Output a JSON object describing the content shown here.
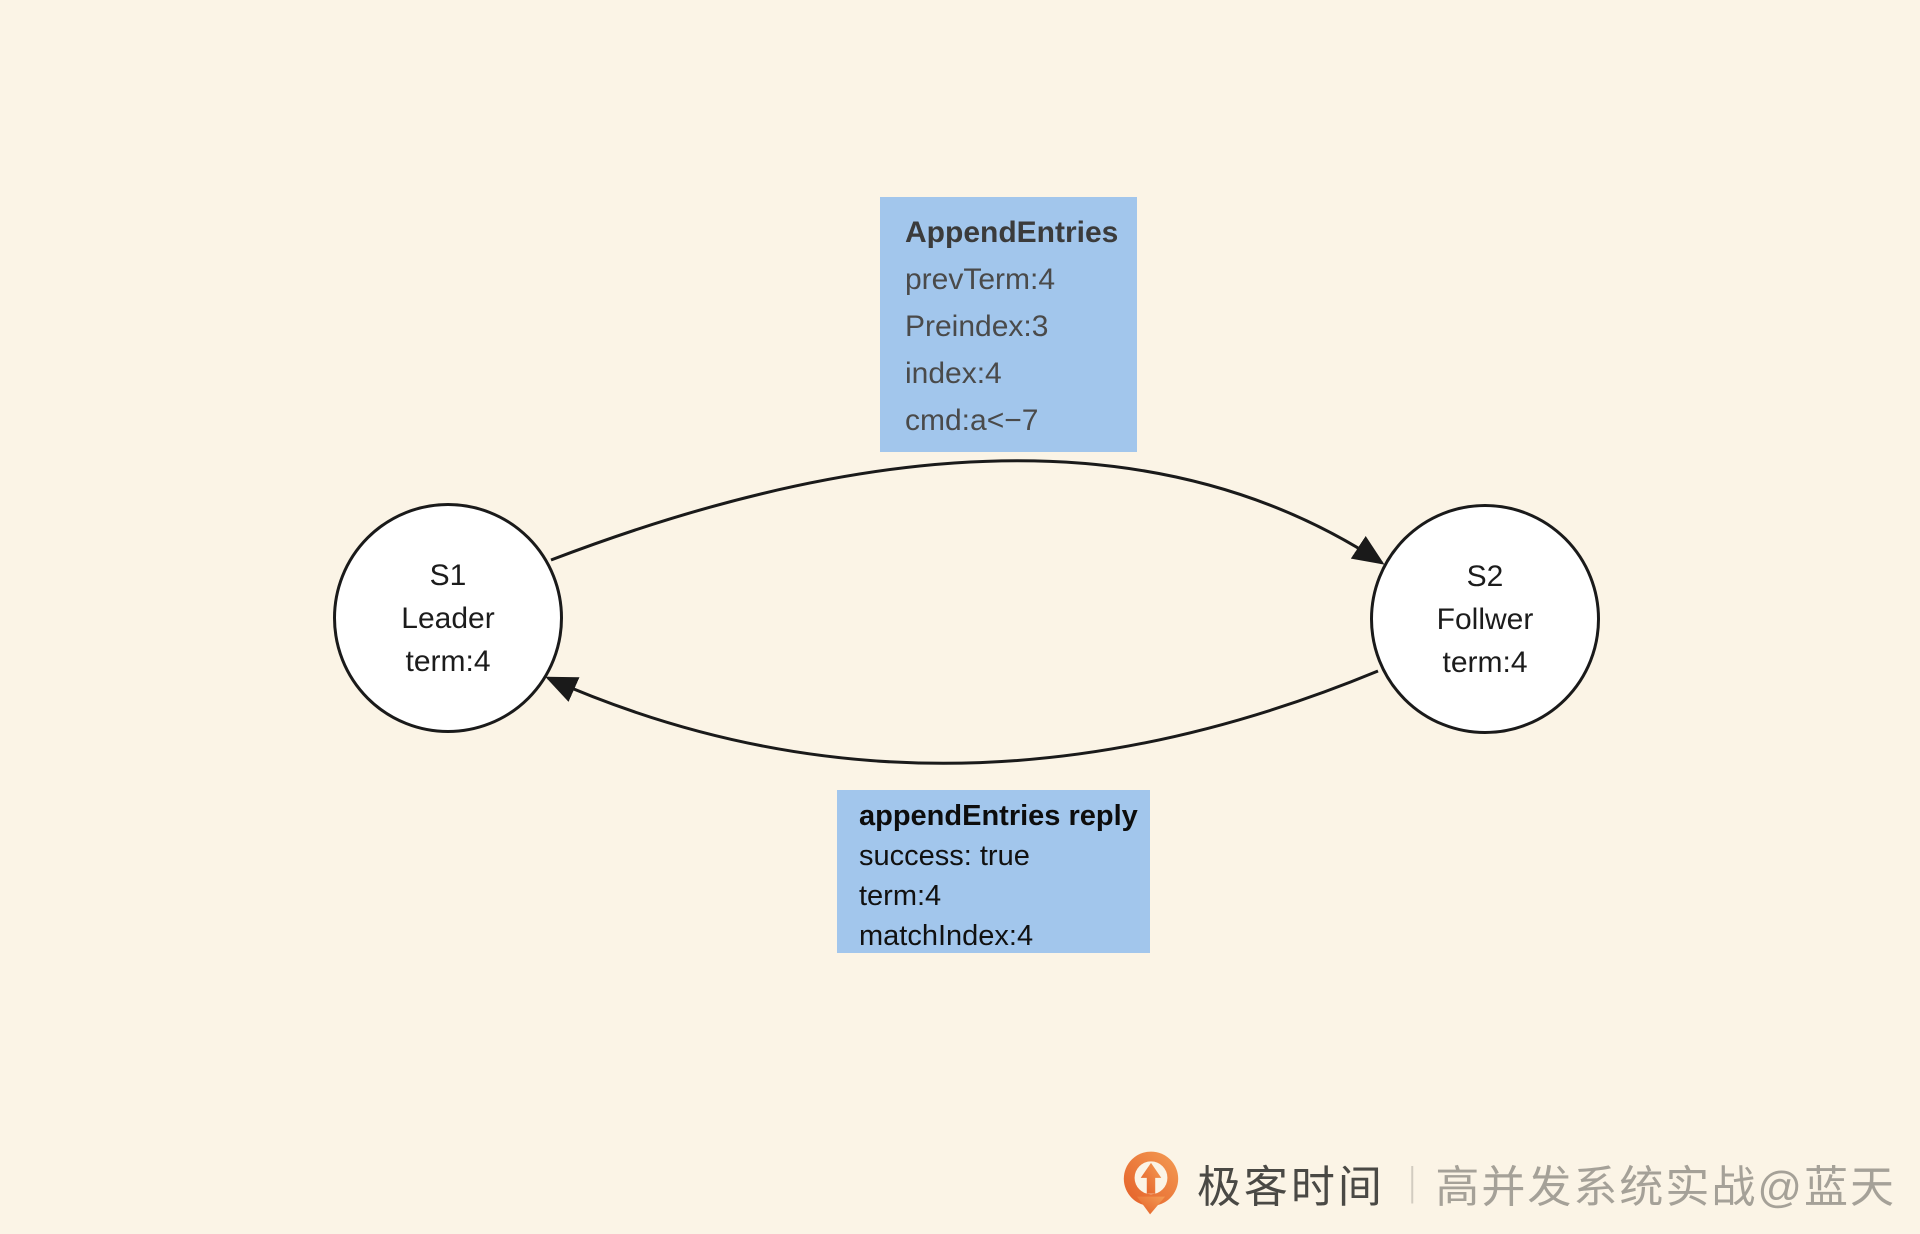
{
  "canvas": {
    "background": "#FBF4E6"
  },
  "diagram_type": "raft-append-entries-sequence",
  "nodes": {
    "s1": {
      "id": "S1",
      "role": "Leader",
      "term": "term:4"
    },
    "s2": {
      "id": "S2",
      "role": "Follwer",
      "term": "term:4"
    }
  },
  "messages": {
    "request": {
      "title": "AppendEntries",
      "lines": [
        "prevTerm:4",
        "Preindex:3",
        "index:4",
        "cmd:a<−7"
      ],
      "bg": "#A2C6EC",
      "direction": "S1 to S2"
    },
    "reply": {
      "title": "appendEntries reply",
      "lines": [
        "success: true",
        "term:4",
        "matchIndex:4"
      ],
      "bg": "#A2C6EC",
      "direction": "S2 to S1"
    }
  },
  "arrows": {
    "color": "#1a1a1a"
  },
  "watermark": {
    "logo": "geektime-logo",
    "logo_color": "#EE7532",
    "brand": "极客时间",
    "separator": "|",
    "credit": "高并发系统实战@蓝天"
  }
}
